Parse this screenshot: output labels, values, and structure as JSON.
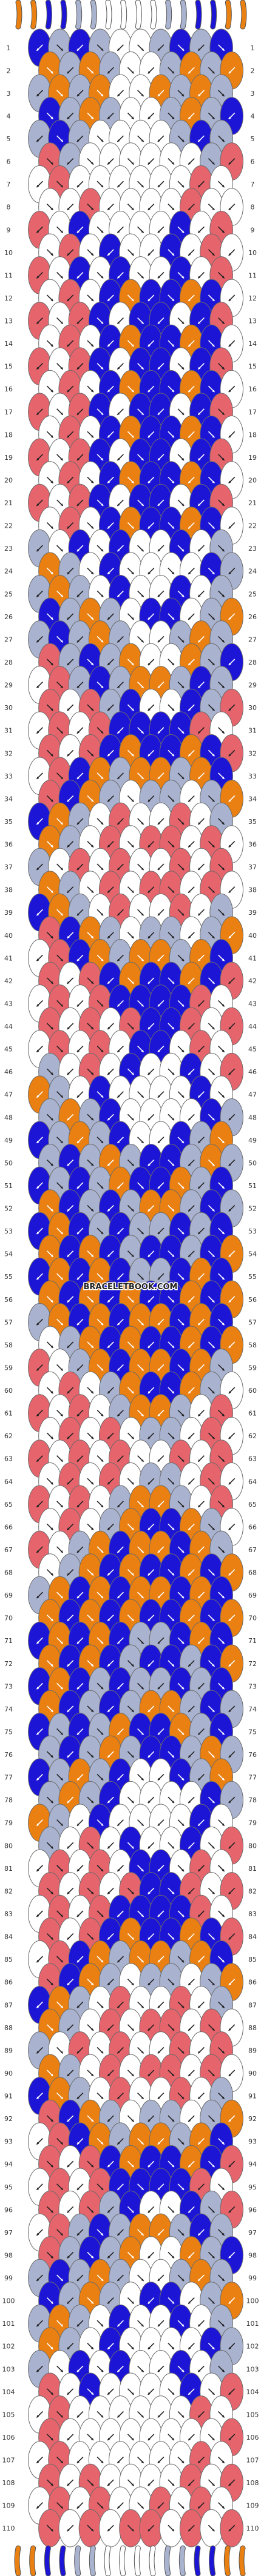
{
  "diagram": {
    "watermark": "BRACELETBOOK.COM",
    "strings": [
      "O",
      "O",
      "B",
      "B",
      "G",
      "G",
      "W",
      "W",
      "W",
      "W",
      "G",
      "G",
      "B",
      "B",
      "O",
      "O"
    ],
    "colors": {
      "O": "#e98011",
      "B": "#1c15d6",
      "G": "#a9b3cf",
      "W": "#ffffff",
      "R": "#e6646c"
    },
    "row_labels": [
      "1",
      "2",
      "3",
      "4",
      "5",
      "6",
      "7",
      "8",
      "9",
      "10",
      "11",
      "12",
      "13",
      "14",
      "15",
      "16",
      "17",
      "18",
      "19",
      "20",
      "21",
      "22",
      "23",
      "24",
      "25",
      "26",
      "27",
      "28",
      "29",
      "30",
      "31",
      "32",
      "33",
      "34",
      "35",
      "36",
      "37",
      "38",
      "39",
      "40",
      "41",
      "42",
      "43",
      "44",
      "45",
      "46",
      "47",
      "48",
      "49",
      "50",
      "51",
      "52",
      "53",
      "54",
      "55",
      "56",
      "57",
      "58",
      "59",
      "60",
      "61",
      "62",
      "63",
      "64",
      "65",
      "66",
      "67",
      "68",
      "69",
      "70",
      "71",
      "72",
      "73",
      "74",
      "75",
      "76",
      "77",
      "78",
      "79",
      "80",
      "81",
      "82",
      "83",
      "84",
      "85",
      "86",
      "87",
      "88",
      "89",
      "90",
      "91",
      "92",
      "93",
      "94",
      "95",
      "96",
      "97",
      "98",
      "99",
      "100",
      "101",
      "102",
      "103",
      "104",
      "105",
      "106",
      "107",
      "108",
      "109",
      "110"
    ],
    "rows": [
      "BGBGWWGBGB",
      "OGOGWWGOGO",
      "GOGOWWOGOG",
      "BGOGWWGOGB",
      "GBGWWWWGBG",
      "RGWWWWWWGR",
      "WRWWWWWWRW",
      "WWRWWWWRWW",
      "RWBWWWWBWR",
      "WRWBWWBWRW",
      "RWBWBWWBWR",
      "WRWBOBBOBW",
      "RWRBWBBWBR",
      "WRWBOBBOBW",
      "RWRBWBBWBR",
      "WRWBOBBOBW",
      "RWRBWBBWBR",
      "WRWBOBBOBW",
      "RWRBWBBWBR",
      "WRWBOBBOBW",
      "RWRBWBBWBR",
      "WRWBOBBOBW",
      "GWBWBWWBWG",
      "OGWBWWWWBG",
      "GOGWBWWBWG",
      "BGOGWBBWGO",
      "GBGOGWWGOG",
      "RGBGOWWOGB",
      "WRGBGOOGBG",
      "RWRGBWWBGR",
      "WRWRBBBBRW",
      "RWRBOBBOBR",
      "WRBOGOOGOB",
      "RBOGWGGWGO",
      "BOGWRWWRWG",
      "OGWRWRRWRW",
      "GWRWRWWRWR",
      "OGWRWRRWRW",
      "BOGWRWWRWG",
      "RBOGWGGWGO",
      "WRBOGOOGOB",
      "RWRBOBBOBR",
      "WRWRBBBBRW",
      "RWRWRBBRWR",
      "WRWRWBBWRW",
      "GWRWBWWBWR",
      "OGWBWWWWBW",
      "GOGBWWWWBG",
      "BGOGBWWBGO",
      "GBGOGBBGOG",
      "BGBGOBBOGB",
      "OBGBGOOGBG",
      "BOBGBGGBGB",
      "OBOBGBBGBO",
      "BOBOBGGBOB",
      "OBOBOBBOBO",
      "GOBOBOOBOB",
      "WGOBOBBOBO",
      "RWGOBOOBOG",
      "WRWGOBBOGW",
      "RWRWGOOGWR",
      "WRWRWGGWRW",
      "RWRWRWWRWR",
      "WRWRWGGWRW",
      "RWRWGOOGWR",
      "WRWGOBBOGW",
      "RWGOBOOBOG",
      "WGOBOBBOBO",
      "GOBOBOOBOB",
      "OBOBOBBOBO",
      "BOBOBGGBOB",
      "OBOBGBBGBO",
      "BOBGBGGBGB",
      "OBGBGOOGBG",
      "BGBGOBBOGB",
      "GBGOGBBGOG",
      "BGOGBWWBGO",
      "GOGBWWWWBG",
      "OGWBWWWWBW",
      "GWRWBWWBWR",
      "WRWRWBBWRW",
      "RWRWRBBRWR",
      "WRWRBBBBRW",
      "RWRBOBBOBR",
      "WRBOGOOGOB",
      "RBOGWGGWGO",
      "BOGWRWWRWG",
      "OGWRWRRWRW",
      "GWRWRWWRWR",
      "OGWRWRRWRW",
      "BOGWRWWRWG",
      "RBOGWGGWGO",
      "WRBOGOOGOB",
      "RWRBOBBOBR",
      "WRWRBBBBRW",
      "RWRGBWWBGR",
      "WRGBGOOGBG",
      "RGBGOWWOGB",
      "GBGOGWWGOG",
      "BGOGWBBWGO",
      "GOGWBWWBWG",
      "OGWBWWWWBG",
      "GWBWBWWBWG",
      "RWBWWWWBWR",
      "WRWWWWWWRW",
      "RWWWWWWWWR",
      "WRWWWWWWRW",
      "RWRWWWWRWR",
      "WRWRWWRWRW",
      "RWRWRRWRWR"
    ]
  }
}
